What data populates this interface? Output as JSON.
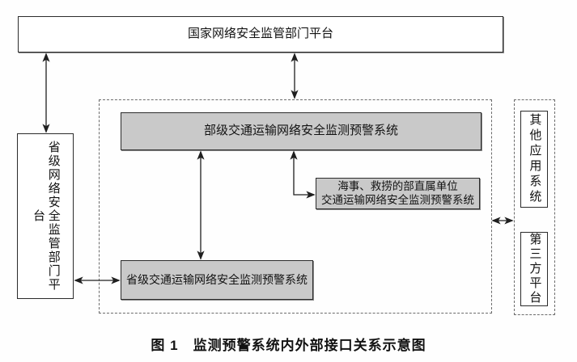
{
  "figure": {
    "caption": "图 1　监测预警系统内外部接口关系示意图"
  },
  "nodes": {
    "national_platform": {
      "label": "国家网络安全监管部门平台"
    },
    "provincial_regulator": {
      "label": "省级网络安全监管部门平台"
    },
    "ministry_system": {
      "label": "部级交通运输网络安全监测预警系统"
    },
    "maritime_system": {
      "line1": "海事、救捞的部直属单位",
      "line2": "交通运输网络安全监测预警系统"
    },
    "provincial_system": {
      "label": "省级交通运输网络安全监测预警系统"
    },
    "other_apps": {
      "label": "其他应用系统"
    },
    "third_party": {
      "label": "第三方平台"
    }
  },
  "connectors": [
    {
      "from": "national_platform",
      "to": "provincial_regulator",
      "type": "bidirectional-arrow"
    },
    {
      "from": "national_platform",
      "to": "inner_dashed_boundary",
      "type": "bidirectional-arrow"
    },
    {
      "from": "ministry_system",
      "to": "provincial_system",
      "type": "bidirectional-arrow"
    },
    {
      "from": "ministry_system",
      "to": "maritime_system",
      "type": "bidirectional-arrow-elbow"
    },
    {
      "from": "provincial_regulator",
      "to": "provincial_system",
      "type": "bidirectional-arrow"
    },
    {
      "from": "inner_dashed_boundary",
      "to": "outer_dashed_boundary",
      "type": "bidirectional-arrow"
    }
  ],
  "colors": {
    "gray_node_fill": "#c9c9c9",
    "white_node_fill": "#ffffff",
    "border": "#2b2b2b",
    "dashed_border": "#6b6b6b",
    "arrow": "#1f1f1f"
  }
}
